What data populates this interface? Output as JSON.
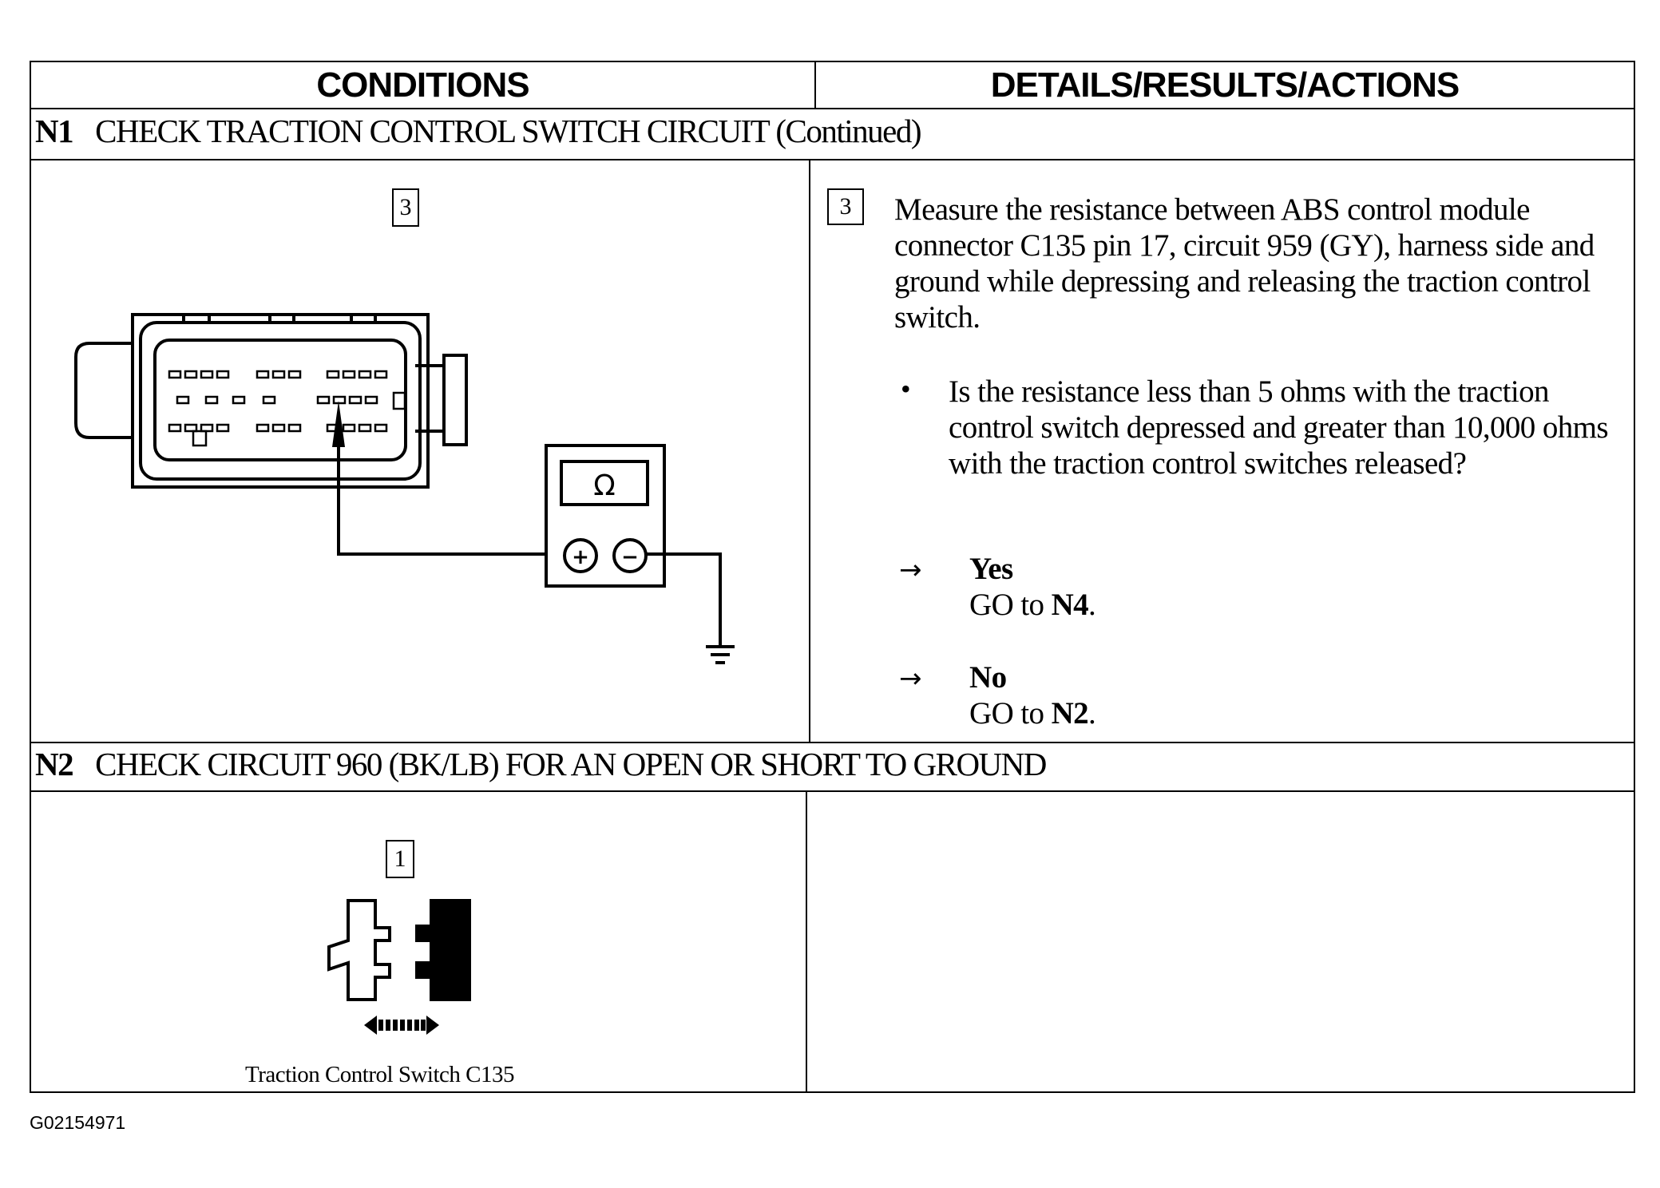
{
  "header": {
    "conditions": "CONDITIONS",
    "details": "DETAILS/RESULTS/ACTIONS"
  },
  "n1": {
    "id": "N1",
    "title": "CHECK TRACTION CONTROL SWITCH CIRCUIT (Continued)",
    "step_left": "3",
    "step_right": "3",
    "instruction": "Measure the resistance between ABS control module connector C135 pin 17, circuit 959 (GY), harness side and ground while depressing and releasing the traction control switch.",
    "bullet": "•",
    "question": "Is the resistance less than 5 ohms with the traction control switch depressed and greater than 10,000 ohms with the traction control switches released?",
    "arrow": "→",
    "yes_label": "Yes",
    "yes_action_prefix": "GO to ",
    "yes_action_target": "N4",
    "yes_action_suffix": ".",
    "no_label": "No",
    "no_action_prefix": "GO to ",
    "no_action_target": "N2",
    "no_action_suffix": ".",
    "meter_symbol": "Ω",
    "plus_symbol": "+",
    "minus_symbol": "−"
  },
  "n2": {
    "id": "N2",
    "title": "CHECK CIRCUIT 960 (BK/LB) FOR AN OPEN OR SHORT TO GROUND",
    "step_left": "1",
    "caption": "Traction Control Switch C135"
  },
  "figure_id": "G02154971"
}
